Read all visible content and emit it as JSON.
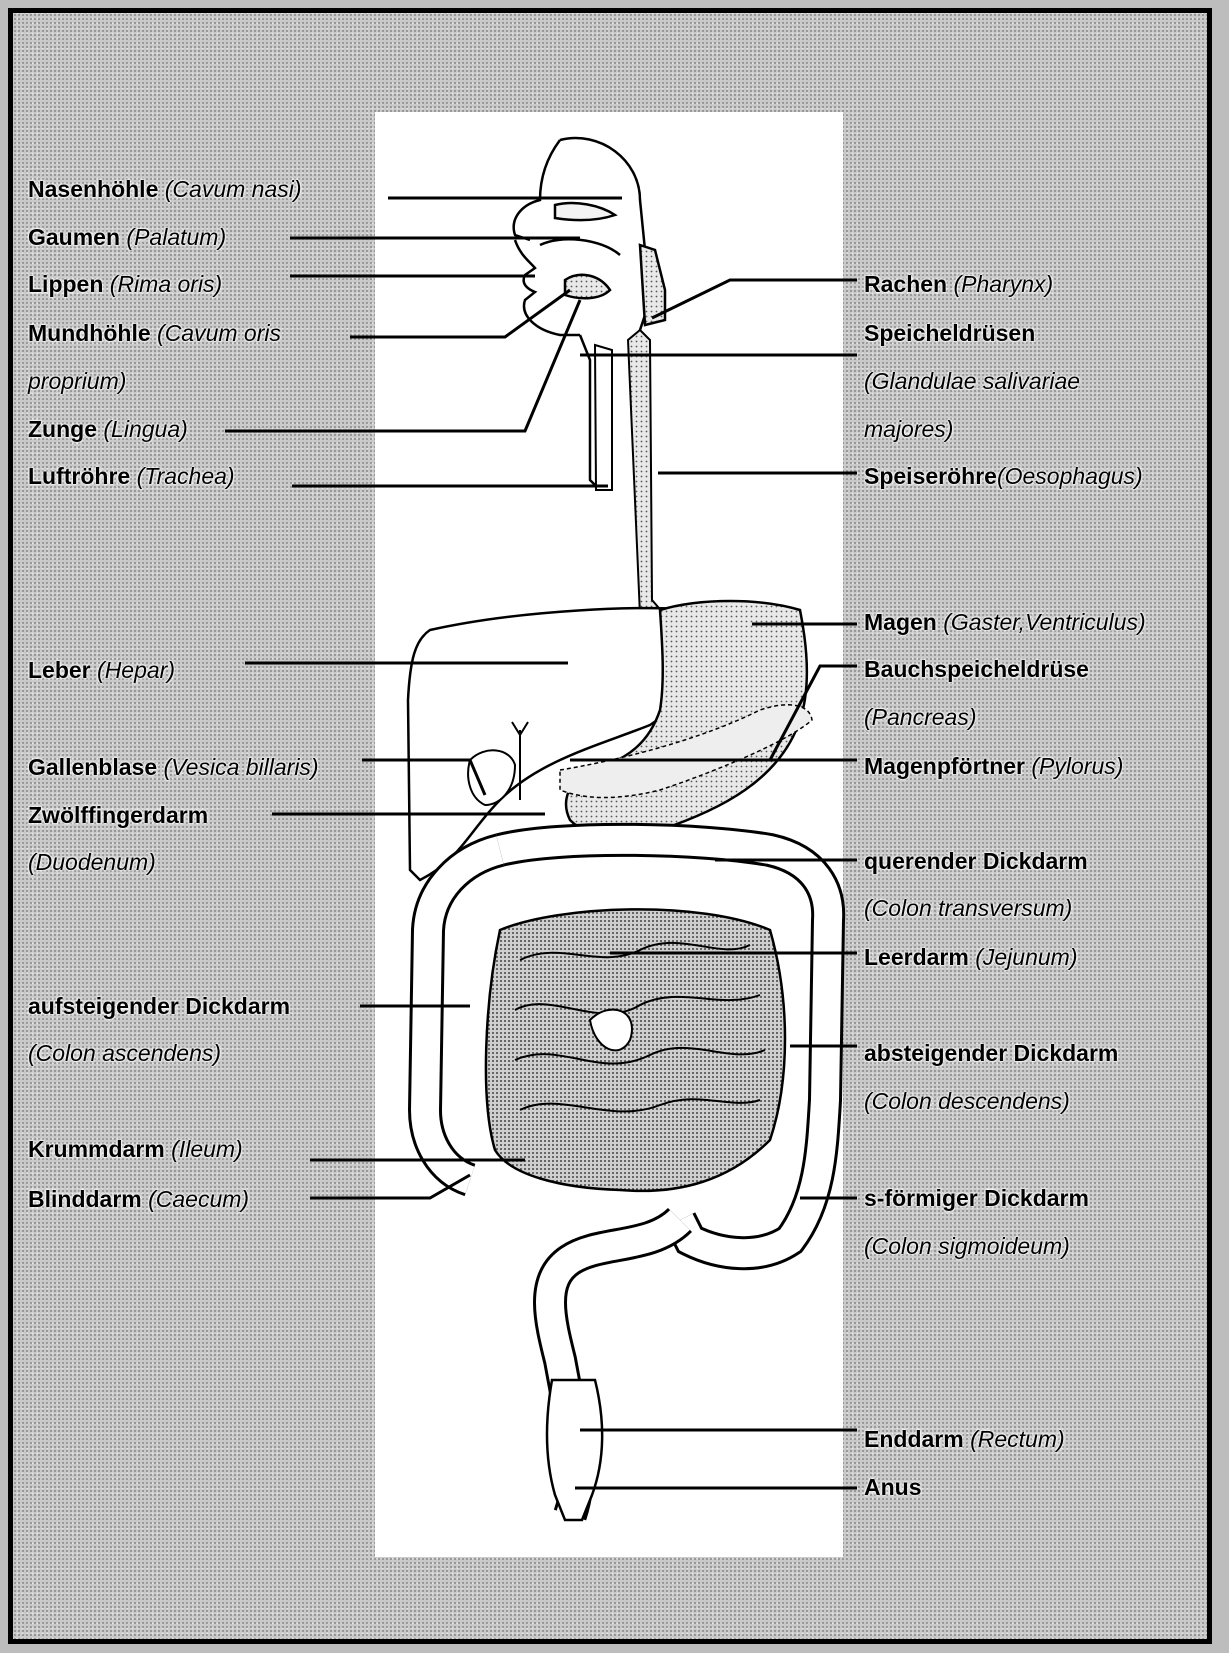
{
  "labels": {
    "nasenhoehle": {
      "name": "Nasenhöhle",
      "latin": "(Cavum nasi)"
    },
    "gaumen": {
      "name": "Gaumen",
      "latin": "(Palatum)"
    },
    "lippen": {
      "name": "Lippen",
      "latin": "(Rima oris)"
    },
    "mundhoehle": {
      "name": "Mundhöhle",
      "latin": "(Cavum oris",
      "latin2": "proprium)"
    },
    "zunge": {
      "name": "Zunge",
      "latin": "(Lingua)"
    },
    "luftroehre": {
      "name": "Luftröhre",
      "latin": "(Trachea)"
    },
    "leber": {
      "name": "Leber",
      "latin": "(Hepar)"
    },
    "gallenblase": {
      "name": "Gallenblase",
      "latin": "(Vesica billaris)"
    },
    "zwoelffingerdarm": {
      "name": "Zwölffingerdarm",
      "latin": "(Duodenum)"
    },
    "aufsteigender": {
      "name": "aufsteigender Dickdarm",
      "latin": "(Colon ascendens)"
    },
    "krummdarm": {
      "name": "Krummdarm",
      "latin": "(Ileum)"
    },
    "blinddarm": {
      "name": "Blinddarm",
      "latin": "(Caecum)"
    },
    "rachen": {
      "name": "Rachen",
      "latin": "(Pharynx)"
    },
    "speicheldruesen": {
      "name": "Speicheldrüsen",
      "latin": "(Glandulae salivariae",
      "latin2": "majores)"
    },
    "speiseroehre": {
      "name": "Speiseröhre",
      "latin": "(Oesophagus)"
    },
    "magen": {
      "name": "Magen",
      "latin": "(Gaster,Ventriculus)"
    },
    "bauchspeicheldruese": {
      "name": "Bauchspeicheldrüse",
      "latin": "(Pancreas)"
    },
    "magenpfoertner": {
      "name": "Magenpförtner",
      "latin": "(Pylorus)"
    },
    "querender": {
      "name": "querender Dickdarm",
      "latin": "(Colon transversum)"
    },
    "leerdarm": {
      "name": "Leerdarm",
      "latin": "(Jejunum)"
    },
    "absteigender": {
      "name": "absteigender Dickdarm",
      "latin": "(Colon descendens)"
    },
    "sfoermiger": {
      "name": "s-förmiger Dickdarm",
      "latin": "(Colon sigmoideum)"
    },
    "enddarm": {
      "name": "Enddarm",
      "latin": "(Rectum)"
    },
    "anus": {
      "name": "Anus"
    }
  }
}
